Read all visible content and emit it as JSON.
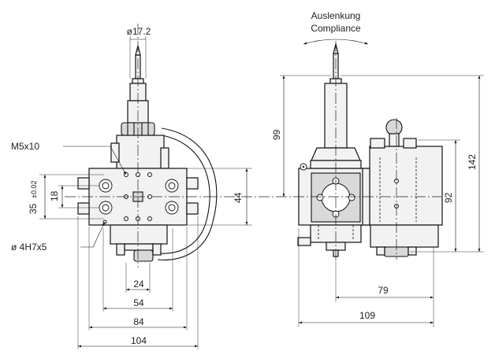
{
  "front_view": {
    "dimensions": {
      "probe_diameter": "ø17.2",
      "thread": "M5x10",
      "pin_hole": "ø 4H7x5",
      "height_35": "35",
      "tolerance_35": "±0.02",
      "height_18": "18",
      "height_44": "44",
      "width_24": "24",
      "width_54": "54",
      "width_84": "84",
      "width_104": "104"
    }
  },
  "side_view": {
    "title_de": "Auslenkung",
    "title_en": "Compliance",
    "dimensions": {
      "height_99": "99",
      "height_142": "142",
      "height_92": "92",
      "width_79": "79",
      "width_109": "109"
    }
  }
}
